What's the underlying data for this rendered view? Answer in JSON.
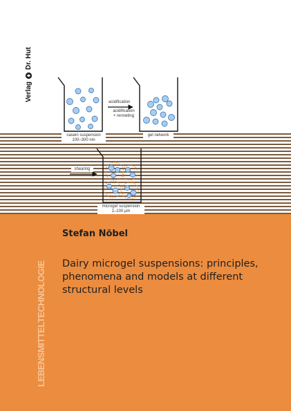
{
  "publisher": {
    "text_left": "Verlag",
    "text_right": "Dr. Hut",
    "logo_icon": "publisher-seal-icon"
  },
  "diagram": {
    "casein_label_line1": "casein suspension",
    "casein_label_line2": "100–300 nm",
    "arrow_top_label": "acidification",
    "arrow_bottom_label_line1": "acidification",
    "arrow_bottom_label_line2": "+ renneting",
    "gel_label": "gel network",
    "shearing_label": "shearing",
    "microgel_label_line1": "microgel suspension",
    "microgel_label_line2": "1–100 µm"
  },
  "author": "Stefan Nöbel",
  "title_lines": [
    "Dairy microgel suspensions: principles,",
    "phenomena and models at different",
    "structural levels"
  ],
  "series": "LEBENSMITTELTECHNOLOGIE",
  "colors": {
    "orange": "#ec8c3f",
    "stripe_brown": "#7a5a3d",
    "particle_blue": "#a8cdf0",
    "particle_stroke": "#4a7fb8",
    "aggregate_dash": "#e08a40"
  }
}
